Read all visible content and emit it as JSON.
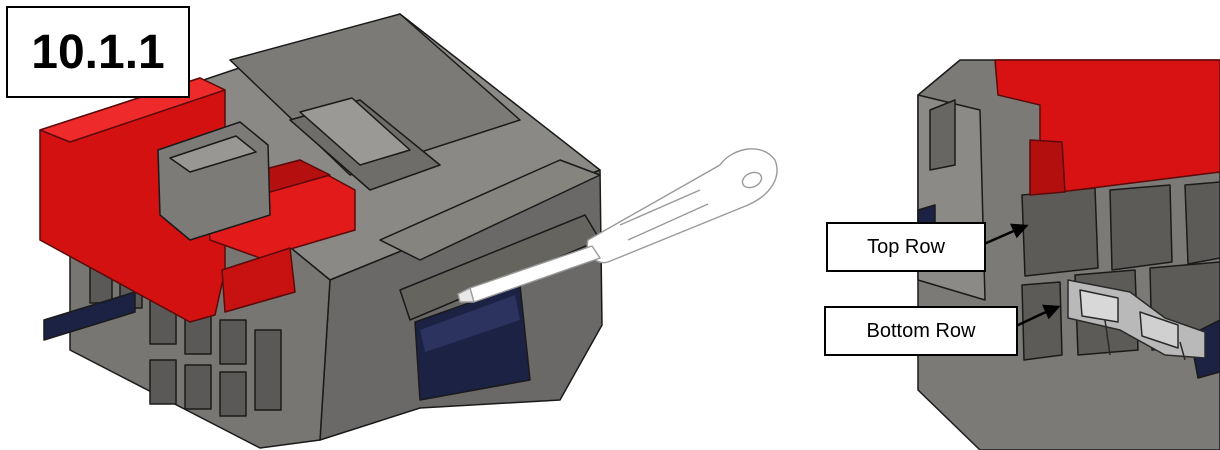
{
  "step": {
    "number": "10.1.1"
  },
  "callouts": {
    "top_row": "Top Row",
    "bottom_row": "Bottom Row"
  },
  "colors": {
    "housing": "#6e6d6b",
    "housing_dark": "#4e4d4b",
    "housing_light": "#8d8c89",
    "lock": "#e01010",
    "lock_dark": "#a50c0c",
    "wire": "#1c2244",
    "outline": "#1a1a1a"
  },
  "icons": [
    "screwdriver-icon",
    "arrow-icon"
  ]
}
